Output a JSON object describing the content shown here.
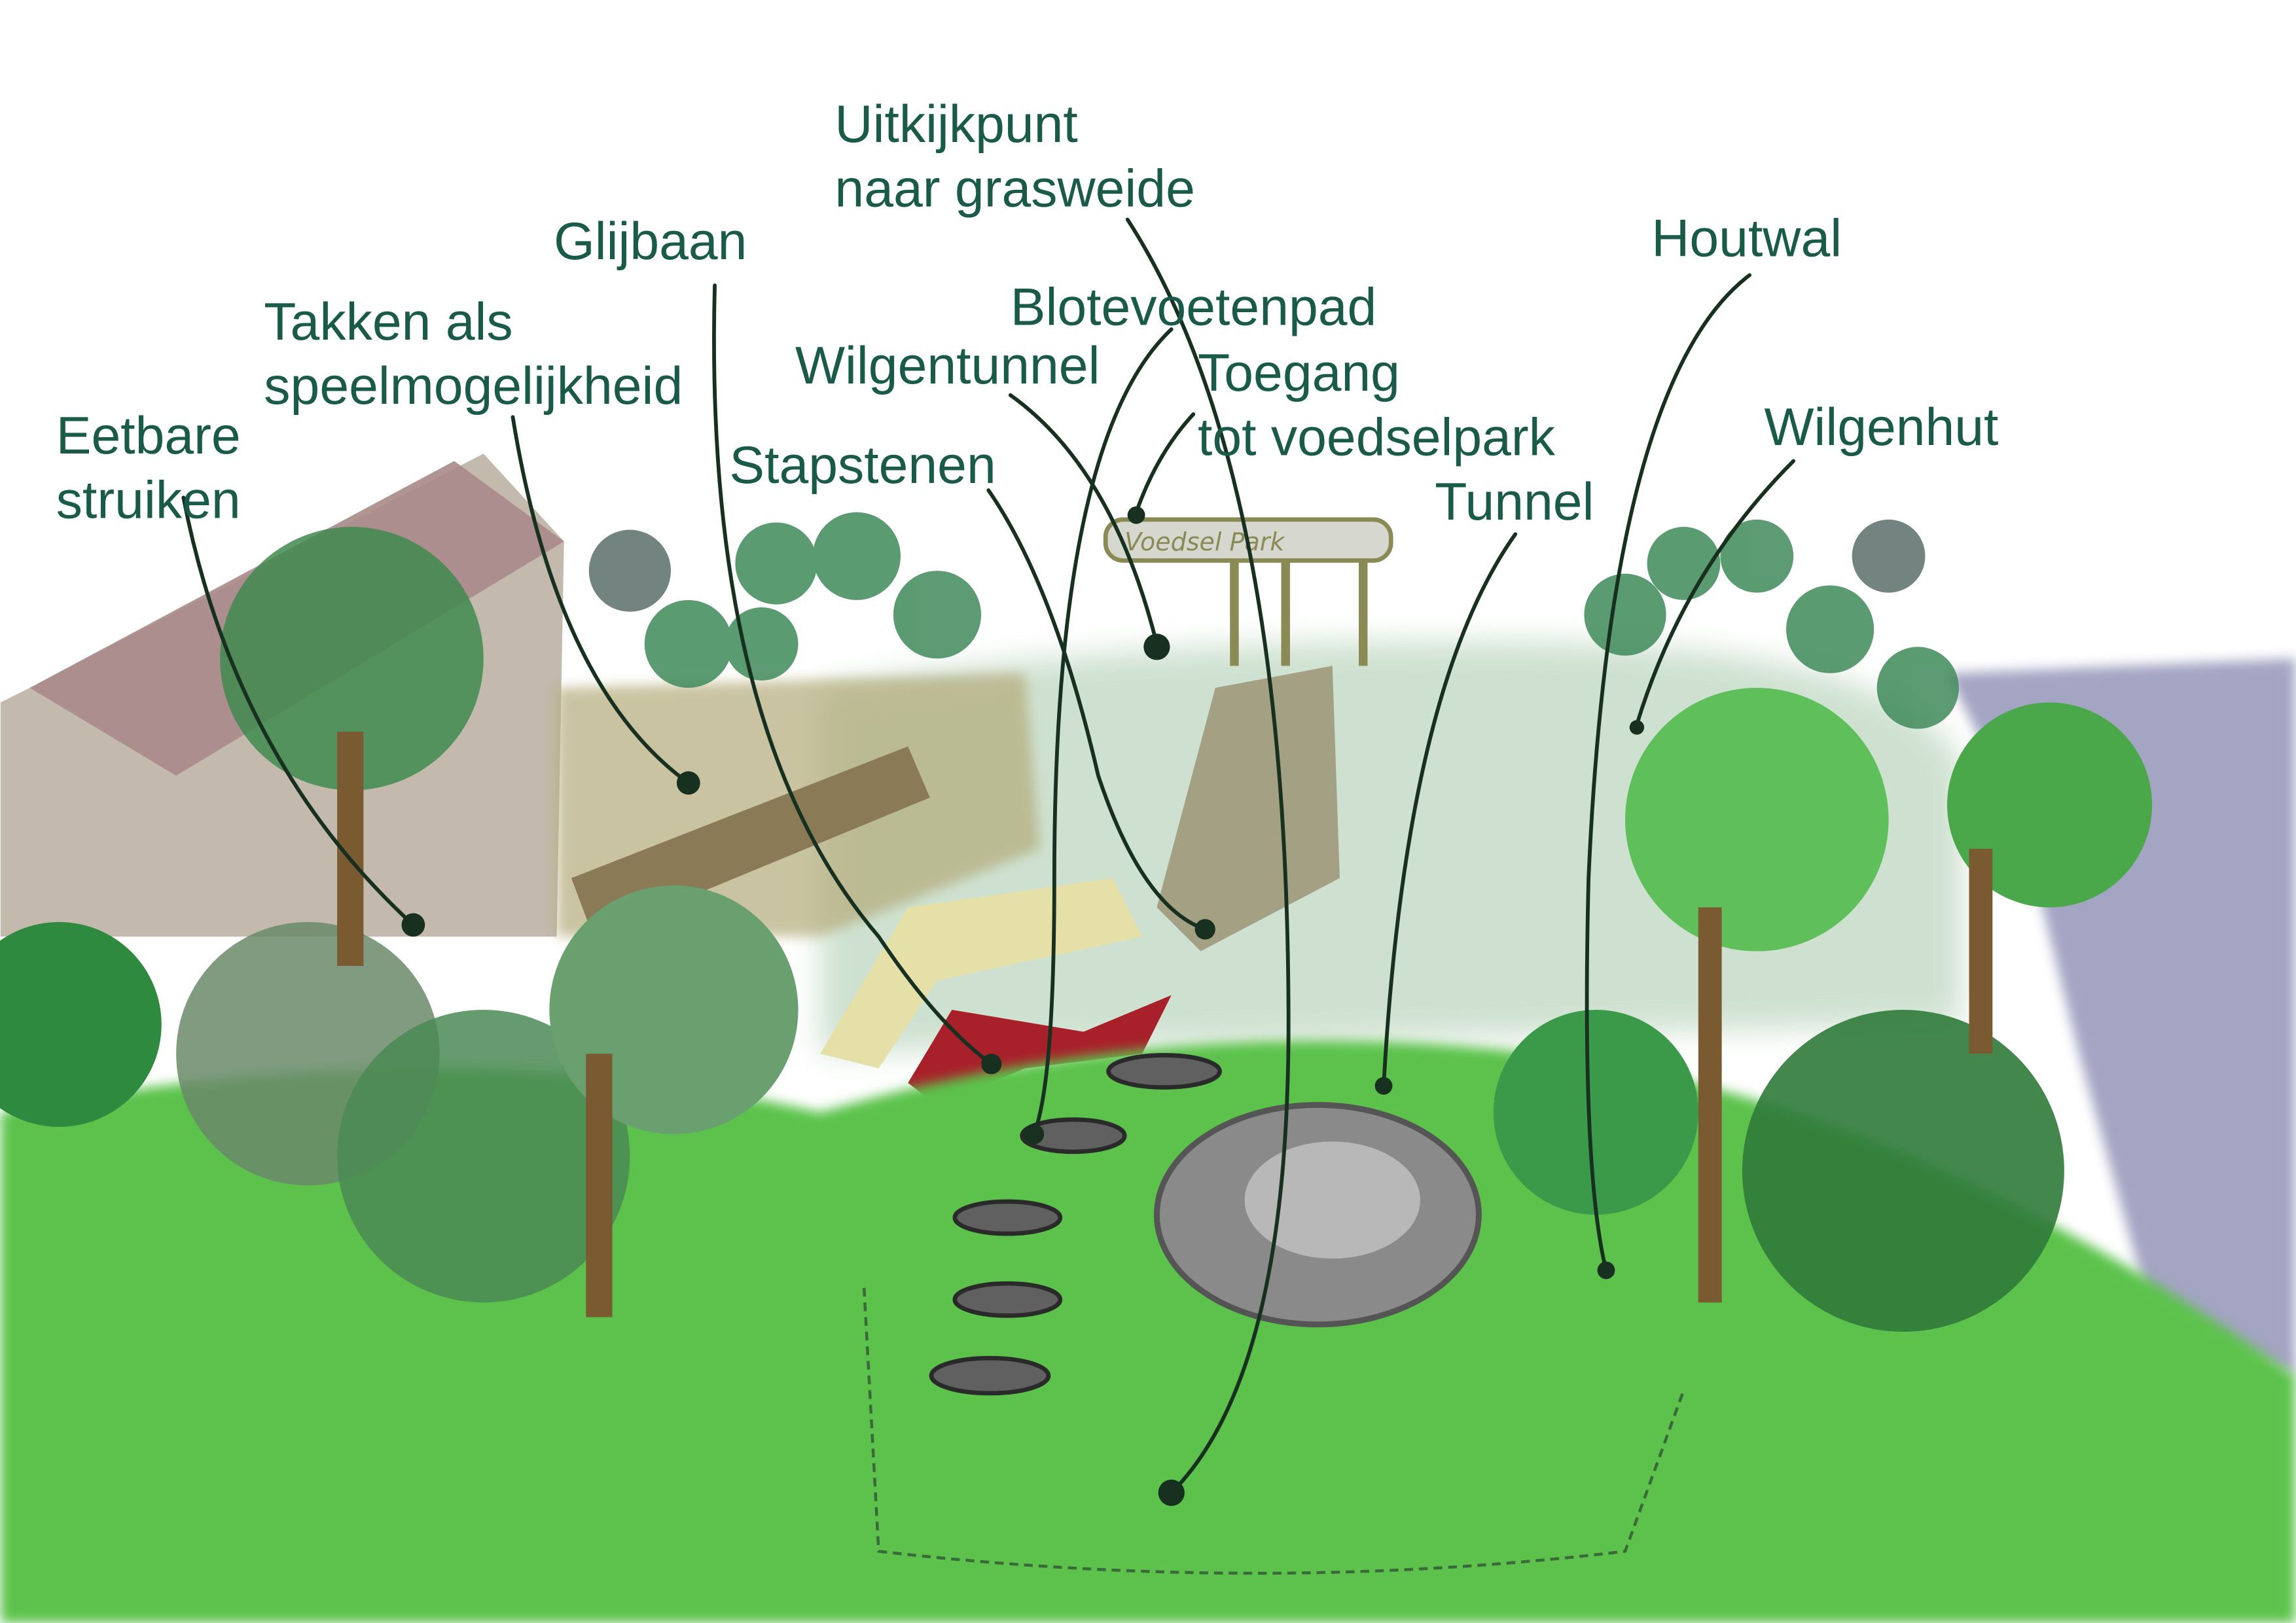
{
  "title": "Schets speelnatuur met voedselpark",
  "sign": "Voedsel Park",
  "labels": {
    "uitkijkpunt": [
      "Uitkijkpunt",
      "naar grasweide"
    ],
    "glijbaan": [
      "Glijbaan"
    ],
    "takken": [
      "Takken als",
      "speelmogelijkheid"
    ],
    "eetbare": [
      "Eetbare",
      "struiken"
    ],
    "blotevoetenpad": [
      "Blotevoetenpad"
    ],
    "wilgentunnel": [
      "Wilgentunnel"
    ],
    "toegang": [
      "Toegang",
      "tot voedselpark"
    ],
    "stapstenen": [
      "Stapstenen"
    ],
    "tunnel": [
      "Tunnel"
    ],
    "houtwal": [
      "Houtwal"
    ],
    "wilgenhut": [
      "Wilgenhut"
    ]
  },
  "colors": {
    "label": "#1a5a48",
    "leader": "#17301f",
    "grass": "#5cc24c"
  }
}
